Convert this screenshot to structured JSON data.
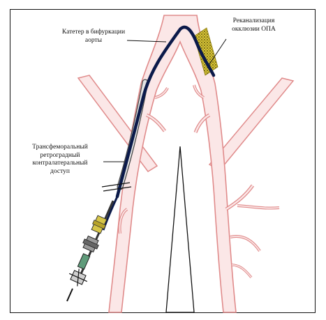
{
  "labels": {
    "catheter": [
      "Катетер в бифуркации",
      "аорты"
    ],
    "recanalization": [
      "Реканализация",
      "окклюзии ОПА"
    ],
    "access": [
      "Трансфеморальный",
      "ретроградный",
      "контралатеральный",
      "доступ"
    ]
  },
  "colors": {
    "vessel_outline": "#e08b8b",
    "vessel_fill": "#fbe7e7",
    "catheter": "#0b1a4a",
    "sheath": "#dcdcdc",
    "occlusion": "#c9b42a",
    "frame": "#111111"
  }
}
